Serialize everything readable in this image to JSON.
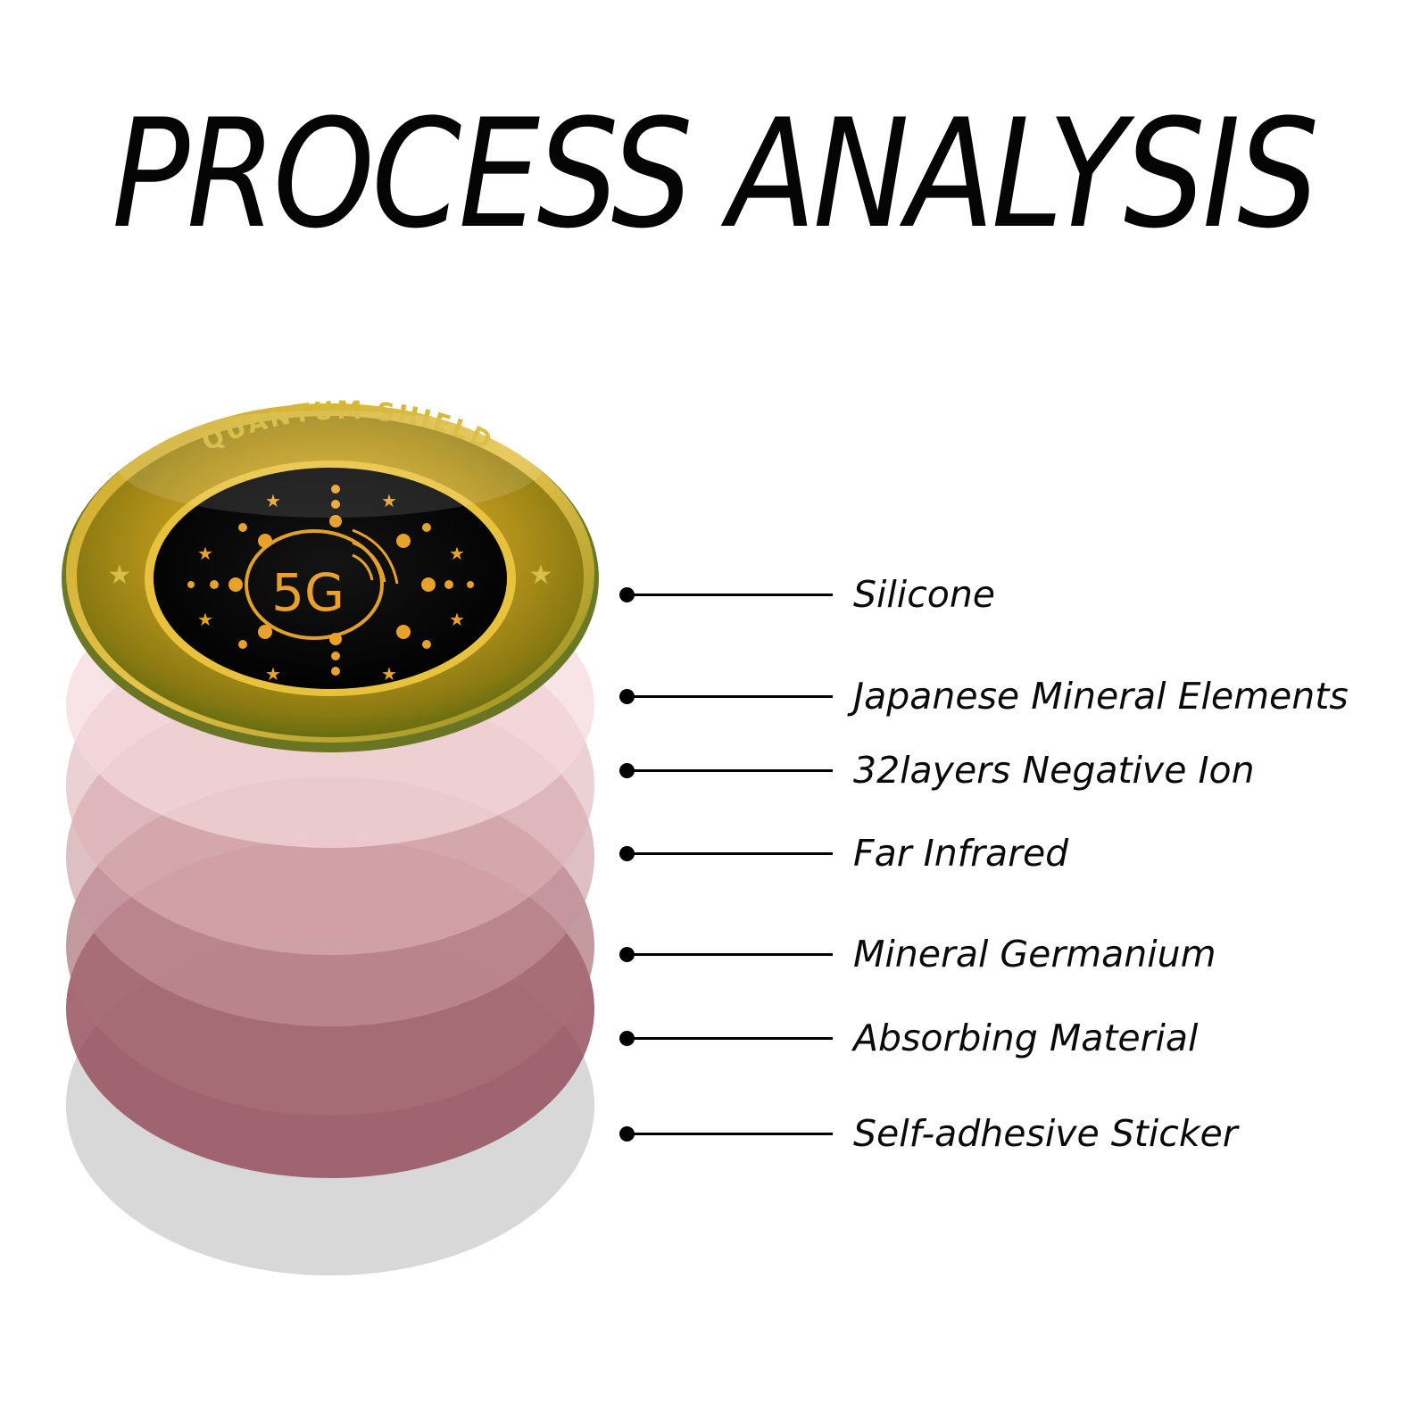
{
  "title": "PROCESS ANALYSIS",
  "badge": {
    "ring_text": "QUANTUM SHIELD",
    "center_text": "5G"
  },
  "layers": [
    {
      "label": "Silicone",
      "color": "#b59a1c"
    },
    {
      "label": "Japanese Mineral Elements",
      "color": "#f7dde0"
    },
    {
      "label": "32layers Negative Ion",
      "color": "#e6bcc1"
    },
    {
      "label": "Far Infrared",
      "color": "#d5a3a9"
    },
    {
      "label": "Mineral Germanium",
      "color": "#b98189"
    },
    {
      "label": "Absorbing Material",
      "color": "#a85e69"
    },
    {
      "label": "Self-adhesive Sticker",
      "color": "#d4d4d4"
    }
  ]
}
